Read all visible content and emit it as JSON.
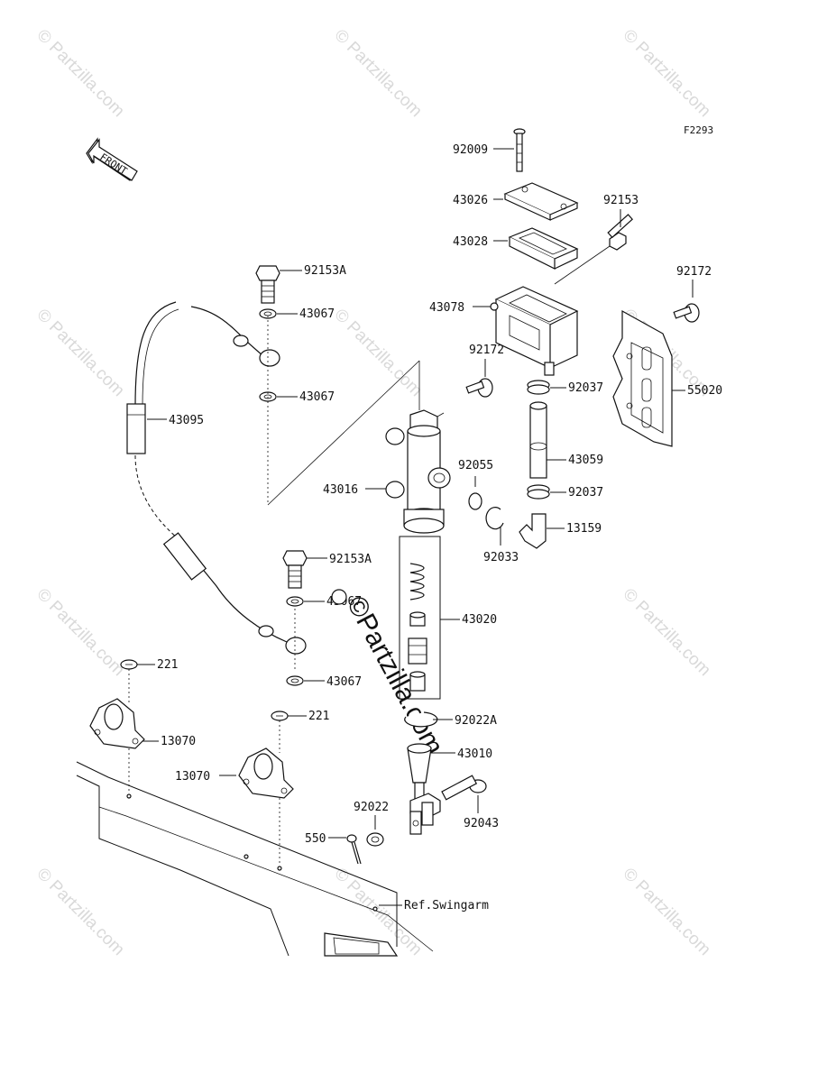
{
  "figure_code": "F2293",
  "front_label": "FRONT",
  "watermark": "© Partzilla.com",
  "watermark_center": "©Partzilla.com",
  "ref_label": "Ref.Swingarm",
  "labels": [
    {
      "id": "92009",
      "text": "92009"
    },
    {
      "id": "43026",
      "text": "43026"
    },
    {
      "id": "92153",
      "text": "92153"
    },
    {
      "id": "43028",
      "text": "43028"
    },
    {
      "id": "92172a",
      "text": "92172"
    },
    {
      "id": "43078",
      "text": "43078"
    },
    {
      "id": "92153A-top",
      "text": "92153A"
    },
    {
      "id": "43067-1",
      "text": "43067"
    },
    {
      "id": "43067-2",
      "text": "43067"
    },
    {
      "id": "92172b",
      "text": "92172"
    },
    {
      "id": "92037-1",
      "text": "92037"
    },
    {
      "id": "55020",
      "text": "55020"
    },
    {
      "id": "43095",
      "text": "43095"
    },
    {
      "id": "43059",
      "text": "43059"
    },
    {
      "id": "92055",
      "text": "92055"
    },
    {
      "id": "43016",
      "text": "43016"
    },
    {
      "id": "92037-2",
      "text": "92037"
    },
    {
      "id": "13159",
      "text": "13159"
    },
    {
      "id": "92033",
      "text": "92033"
    },
    {
      "id": "92153A-bot",
      "text": "92153A"
    },
    {
      "id": "43067-3",
      "text": "43067"
    },
    {
      "id": "43020",
      "text": "43020"
    },
    {
      "id": "221-1",
      "text": "221"
    },
    {
      "id": "43067-4",
      "text": "43067"
    },
    {
      "id": "221-2",
      "text": "221"
    },
    {
      "id": "92022A",
      "text": "92022A"
    },
    {
      "id": "13070-1",
      "text": "13070"
    },
    {
      "id": "43010",
      "text": "43010"
    },
    {
      "id": "13070-2",
      "text": "13070"
    },
    {
      "id": "92022",
      "text": "92022"
    },
    {
      "id": "92043",
      "text": "92043"
    },
    {
      "id": "550",
      "text": "550"
    }
  ]
}
